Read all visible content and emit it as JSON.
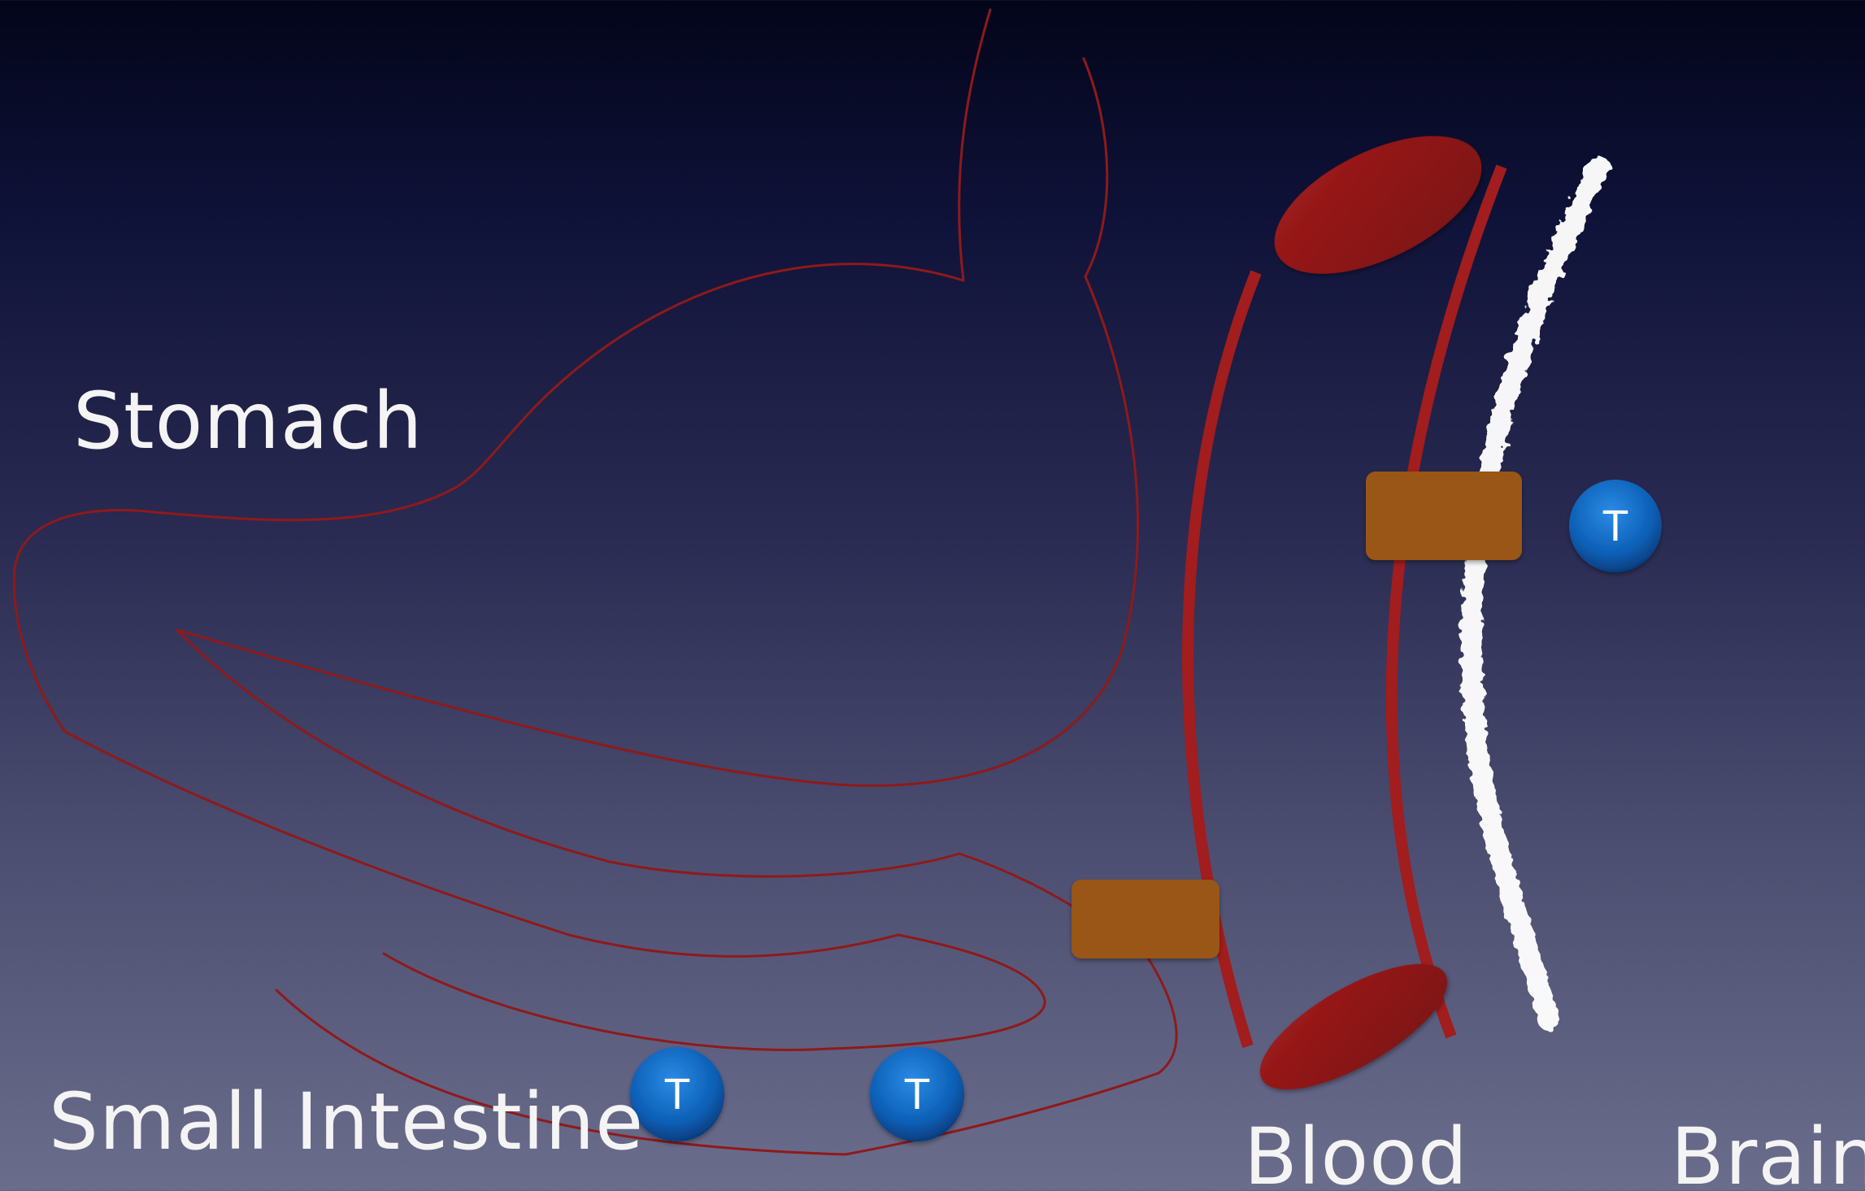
{
  "labels": {
    "stomach": "Stomach",
    "small_intestine": "Small Intestine",
    "blood": "Blood",
    "brain": "Brain"
  },
  "token_letter": "T",
  "colors": {
    "organ_outline": "#8e1a1a",
    "vessel": "#a21d1d",
    "cell_blob": "#8a1414",
    "transporter": "#995614",
    "token": "#0b5fb5",
    "barrier": "#ffffff",
    "label_text": "#f4f4f4"
  }
}
